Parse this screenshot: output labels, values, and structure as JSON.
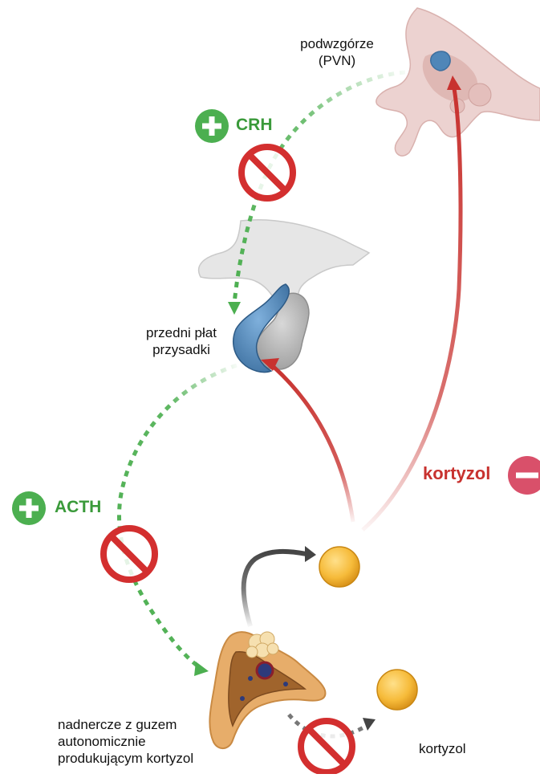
{
  "labels": {
    "hypothalamus_line1": "podwzgórze",
    "hypothalamus_line2": "(PVN)",
    "crh": "CRH",
    "pituitary_line1": "przedni płat",
    "pituitary_line2": "przysadki",
    "acth": "ACTH",
    "cortisol_feedback": "kortyzol",
    "adrenal_line1": "nadnercze z guzem",
    "adrenal_line2": "autonomicznie",
    "adrenal_line3": "produkującym kortyzol",
    "cortisol_bottom": "kortyzol"
  },
  "colors": {
    "green": "#4caf50",
    "red": "#c8322f",
    "pink_minus": "#d9506a",
    "pituitary_blue": "#4f86b8",
    "cortisol_yellow": "#f5b731",
    "adrenal_orange": "#e3a35c",
    "hypothalamus_pink": "#e8c9c7"
  },
  "icons": [
    "plus-icon",
    "prohibited-icon",
    "minus-icon"
  ]
}
